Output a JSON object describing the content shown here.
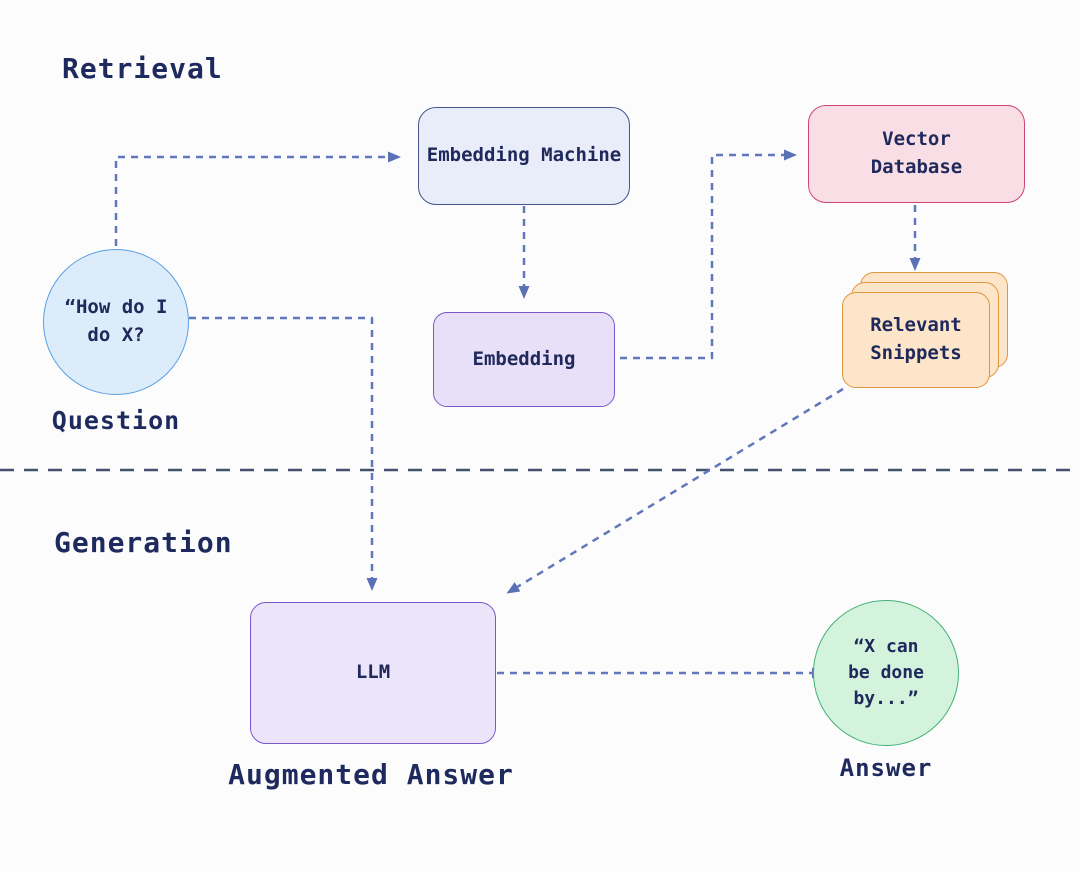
{
  "diagram": {
    "title_retrieval": "Retrieval",
    "title_generation": "Generation",
    "nodes": {
      "question": {
        "text": "“How do I\ndo X?",
        "label": "Question",
        "fill": "#dcecfa",
        "border": "#58a0e3"
      },
      "embedding_machine": {
        "text": "Embedding Machine",
        "fill": "#e9edf9",
        "border": "#47538f"
      },
      "vector_database": {
        "text": "Vector\nDatabase",
        "fill": "#fadee6",
        "border": "#ce4673"
      },
      "embedding": {
        "text": "Embedding",
        "fill": "#e8e0f8",
        "border": "#7a57cf"
      },
      "relevant_snippets": {
        "text": "Relevant\nSnippets",
        "fill": "#fce5c8",
        "border": "#e0953f"
      },
      "llm": {
        "text": "LLM",
        "label": "Augmented Answer",
        "fill": "#ece5fa",
        "border": "#7a57cf"
      },
      "answer": {
        "text": "“X can\nbe done\nby...”",
        "label": "Answer",
        "fill": "#d4f3dc",
        "border": "#43b176"
      }
    },
    "connections": [
      {
        "from": "question",
        "to": "embedding_machine"
      },
      {
        "from": "embedding_machine",
        "to": "embedding"
      },
      {
        "from": "embedding",
        "to": "vector_database"
      },
      {
        "from": "vector_database",
        "to": "relevant_snippets"
      },
      {
        "from": "relevant_snippets",
        "to": "llm"
      },
      {
        "from": "question",
        "to": "llm"
      },
      {
        "from": "llm",
        "to": "answer"
      }
    ],
    "colors": {
      "background": "#fcfcfd",
      "arrow": "#6177bb",
      "divider": "#454f6e",
      "text": "#20295c"
    }
  }
}
